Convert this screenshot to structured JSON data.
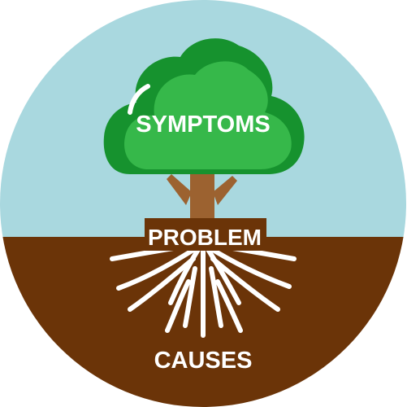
{
  "labels": {
    "symptoms": "SYMPTOMS",
    "problem": "PROBLEM",
    "causes": "CAUSES"
  },
  "colors": {
    "sky": "#a9d8df",
    "soil": "#6b3408",
    "canopy_dark": "#16922e",
    "canopy_light": "#36b84a",
    "trunk": "#9c6230",
    "roots": "#ffffff",
    "text": "#ffffff"
  },
  "icons": {
    "tree": "tree-canopy-icon",
    "trunk": "tree-trunk-icon",
    "roots": "roots-icon"
  }
}
